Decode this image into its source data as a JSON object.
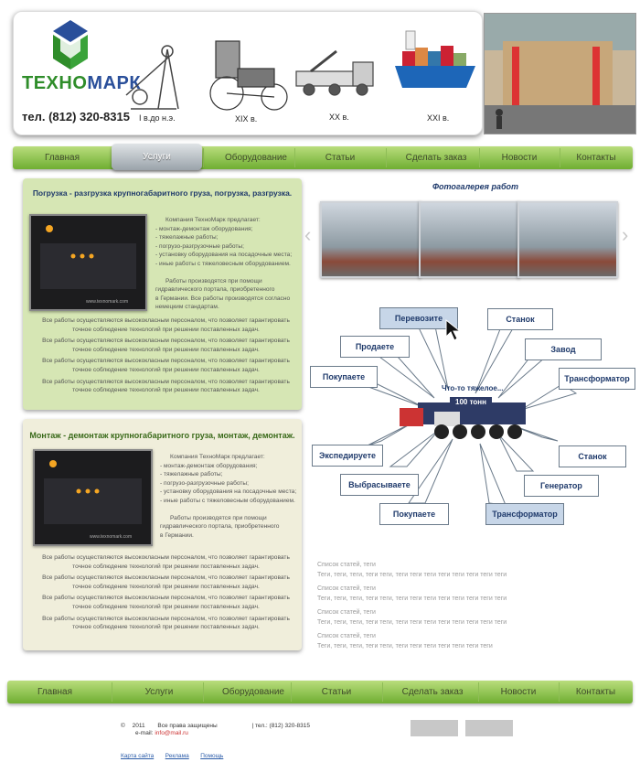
{
  "header": {
    "logo": {
      "part1": "ТЕХНО",
      "part2": "МАРК"
    },
    "phone": "тел. (812) 320-8315",
    "eras": [
      "I в.до н.э.",
      "XIX в.",
      "XX в.",
      "XXI в."
    ]
  },
  "nav": {
    "items": [
      "Главная",
      "Услуги",
      "Оборудование",
      "Статьи",
      "Сделать заказ",
      "Новости",
      "Контакты"
    ],
    "active": "Услуги"
  },
  "panel1": {
    "title": "Погрузка - разгрузка крупногабаритного груза, погрузка, разгрузка.",
    "intro": "Компания ТехноМарк предлагает:",
    "bullets": [
      "- монтаж-демонтаж оборудования;",
      "- тяжелажные работы;",
      "- погрузо-разгрузочные работы;",
      "- установку оборудования на посадочные места;",
      "- иные работы с тяжеловесным оборудованием."
    ],
    "note_lines": [
      "Работы производятся при помощи",
      "гидравлического портала, приобретенного",
      "в Германии. Все работы производятся согласно",
      "немецким стандартам."
    ],
    "para_line1": "Все работы осуществляются высококласным персоналом, что позволяет гарантировать",
    "para_line2": "точное соблюдение технологий при решении поставленных задач.",
    "watermark": "www.texnomark.com"
  },
  "panel2": {
    "title": "Монтаж - демонтаж крупногабаритного груза, монтаж, демонтаж.",
    "intro": "Компания ТехноМарк предлагает:",
    "bullets": [
      "- монтаж-демонтаж оборудования;",
      "- тяжелажные работы;",
      "- погрузо-разгрузочные работы;",
      "- установку оборудования на посадочные места;",
      "- иные работы с тяжеловесным оборудованием."
    ],
    "note_lines": [
      "Работы производятся при помощи",
      "гидравлического портала, приобретенного",
      "в Германии."
    ],
    "para_line1": "Все работы осуществляются высококласным персоналом, что позволяет гарантировать",
    "para_line2": "точное соблюдение технологий при решении поставленных задач.",
    "watermark": "www.texnomark.com"
  },
  "gallery": {
    "title": "Фотогалерея работ",
    "prev": "‹",
    "next": "›"
  },
  "diagram": {
    "center": "Что-то тяжелое...",
    "badge": "100 тонн",
    "labels": [
      "Перевозите",
      "Станок",
      "Продаете",
      "Завод",
      "Покупаете",
      "Трансформатор",
      "Экспедируете",
      "Станок",
      "Выбрасываете",
      "Генератор",
      "Покупаете",
      "Трансформатор"
    ]
  },
  "articles": {
    "heading": "Список статей, теги",
    "tags": "Теги, теги, теги, теги теги, теги теги теги теги теги теги теги теги",
    "tags_last": "Теги, теги, теги, теги теги, теги теги теги теги теги теги теги"
  },
  "footer": {
    "copy": "©",
    "year": "2011",
    "rights": "Все права защищены",
    "phone": "| тел.: (812) 320-8315",
    "email_label": "e-mail:",
    "email": "info@mail.ru",
    "links": [
      "Карта сайта",
      "Реклама",
      "Помощь"
    ]
  }
}
